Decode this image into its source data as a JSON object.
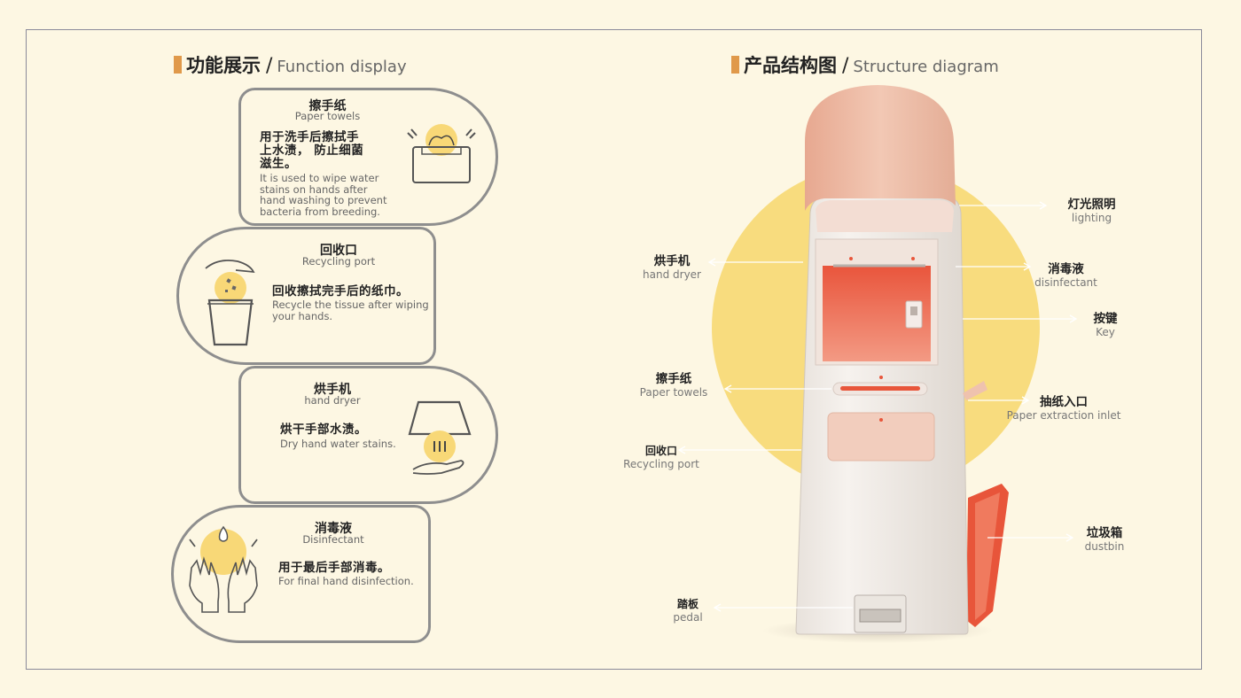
{
  "function_section": {
    "title_zh": "功能展示",
    "slash": "/",
    "title_en": "Function display",
    "cards": [
      {
        "title_zh": "擦手纸",
        "title_en": "Paper towels",
        "desc_zh_lines": [
          "用于洗手后擦拭手",
          "上水渍， 防止细菌",
          "滋生。"
        ],
        "desc_en_lines": [
          "It is used to wipe water",
          "stains on hands after",
          "hand washing to prevent",
          "bacteria from breeding."
        ],
        "icon": "tissue-box-icon"
      },
      {
        "title_zh": "回收口",
        "title_en": "Recycling port",
        "desc_zh_lines": [
          "回收擦拭完手后的纸巾。"
        ],
        "desc_en_lines": [
          "Recycle the tissue after wiping",
          "your hands."
        ],
        "icon": "recycle-cup-icon"
      },
      {
        "title_zh": "烘手机",
        "title_en": "hand dryer",
        "desc_zh_lines": [
          "烘干手部水渍。"
        ],
        "desc_en_lines": [
          "Dry hand water stains."
        ],
        "icon": "hand-dryer-icon"
      },
      {
        "title_zh": "消毒液",
        "title_en": "Disinfectant",
        "desc_zh_lines": [
          "用于最后手部消毒。"
        ],
        "desc_en_lines": [
          "For final hand disinfection."
        ],
        "icon": "disinfect-hands-icon"
      }
    ]
  },
  "structure_section": {
    "title_zh": "产品结构图",
    "slash": "/",
    "title_en": "Structure diagram",
    "labels": [
      {
        "key": "lighting",
        "zh": "灯光照明",
        "en": "lighting"
      },
      {
        "key": "hand-dryer",
        "zh": "烘手机",
        "en": "hand dryer"
      },
      {
        "key": "disinfectant",
        "zh": "消毒液",
        "en": "disinfectant"
      },
      {
        "key": "key",
        "zh": "按键",
        "en": "Key"
      },
      {
        "key": "paper-towels",
        "zh": "擦手纸",
        "en": "Paper towels"
      },
      {
        "key": "paper-inlet",
        "zh": "抽纸入口",
        "en": "Paper extraction inlet"
      },
      {
        "key": "recycling-port",
        "zh": "回收口",
        "en": "Recycling port"
      },
      {
        "key": "dustbin",
        "zh": "垃圾箱",
        "en": "dustbin"
      },
      {
        "key": "pedal",
        "zh": "踏板",
        "en": "pedal"
      }
    ]
  },
  "colors": {
    "background": "#fdf7e3",
    "accent_bar": "#e0994a",
    "circle_yellow": "#f8dc7e",
    "hood_pink": "#edbfa8",
    "cavity_red": "#ee6a4f",
    "body_white": "#f4efe9",
    "card_border": "#8e8e8e"
  }
}
